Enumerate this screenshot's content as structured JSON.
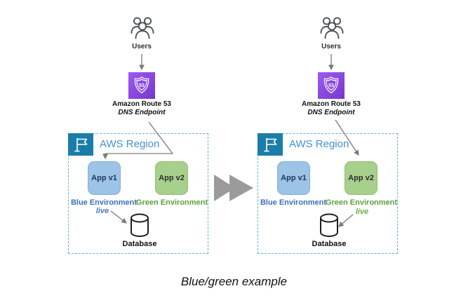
{
  "caption": "Blue/green example",
  "shared": {
    "users_label": "Users",
    "route53_label": "Amazon Route 53",
    "route53_sublabel": "DNS Endpoint",
    "region_label": "AWS Region",
    "app_v1_label": "App v1",
    "app_v2_label": "App v2",
    "blue_env_label": "Blue Environment",
    "green_env_label": "Green Environment",
    "live_label": "live",
    "database_label": "Database"
  },
  "diagrams": [
    {
      "name": "before-cutover",
      "live_environment": "blue",
      "dns_points_to": "App v1"
    },
    {
      "name": "after-cutover",
      "live_environment": "green",
      "dns_points_to": "App v2"
    }
  ],
  "colors": {
    "app_blue_fill": "#9DC3E6",
    "app_green_fill": "#A8D08D",
    "blue_env_text": "#3A70B8",
    "green_env_text": "#5F9E3F",
    "live_blue_text": "#4577C8",
    "live_green_text": "#6AAE3F",
    "region_border": "#5AB0E2",
    "region_label_text": "#4590D2",
    "region_flag_bg": "#1A7EA8",
    "route53_purple_light": "#9E5BEF",
    "route53_purple_dark": "#7637CE",
    "arrow_gray": "#7A7A7A",
    "transition_arrow_gray": "#9B9B9B"
  }
}
